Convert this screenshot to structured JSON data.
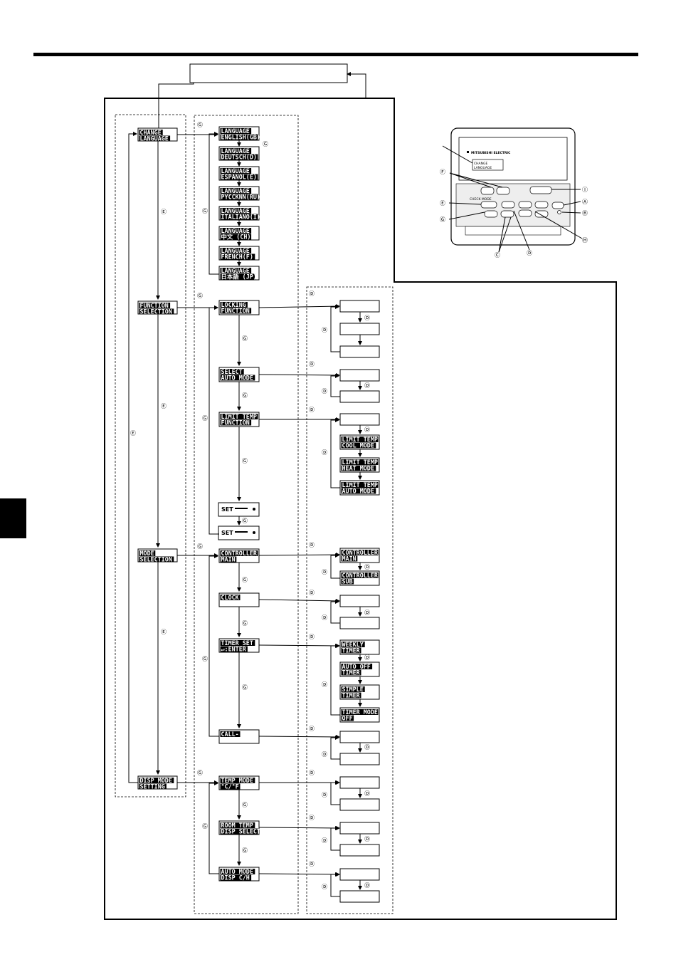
{
  "left_menu": [
    {
      "l1": "CHANGE",
      "l2": "LANGUAGE"
    },
    {
      "l1": "FUNCTION",
      "l2": "SELECTION"
    },
    {
      "l1": "MODE",
      "l2": "SELECTION"
    },
    {
      "l1": "DISP MODE",
      "l2": "SETTING"
    }
  ],
  "language_screens": [
    {
      "l1": "LANGUAGE",
      "l2": "ENGLISH(GB)"
    },
    {
      "l1": "LANGUAGE",
      "l2": "DEUTSCH(D)"
    },
    {
      "l1": "LANGUAGE",
      "l2": "ESPANOL(E)"
    },
    {
      "l1": "LANGUAGE",
      "l2": "PYCCKNN(RU)"
    },
    {
      "l1": "LANGUAGE",
      "l2": "ITALIANO(I)"
    },
    {
      "l1": "LANGUAGE",
      "l2": "中文  (CH)"
    },
    {
      "l1": "LANGUAGE",
      "l2": "FRENCH(F)"
    },
    {
      "l1": "LANGUAGE",
      "l2": "日本語  (JP)"
    }
  ],
  "function_screens": [
    {
      "l1": "LOCKING",
      "l2": "FUNCTION"
    },
    {
      "l1": "SELECT",
      "l2": "AUTO MODE"
    },
    {
      "l1": "LIMIT TEMP",
      "l2": "FUNCTION"
    }
  ],
  "set_screens": [
    "SET",
    "SET"
  ],
  "mode_screens": [
    {
      "l1": "CONTROLLER",
      "l2": "MAIN"
    },
    {
      "l1": "CLOCK",
      "l2": ""
    },
    {
      "l1": "TIMER SET",
      "l2": "↵:ENTER"
    },
    {
      "l1": "CALL-",
      "l2": ""
    }
  ],
  "disp_screens": [
    {
      "l1": "TEMP MODE",
      "l2": "°C/°F"
    },
    {
      "l1": "ROOM TEMP",
      "l2": "DISP SELECT"
    },
    {
      "l1": "AUTO MODE",
      "l2": "DISP C/H"
    }
  ],
  "limit_subs": [
    {
      "l1": "LIMIT TEMP",
      "l2": "COOL MODE"
    },
    {
      "l1": "LIMIT TEMP",
      "l2": "HEAT MODE"
    },
    {
      "l1": "LIMIT TEMP",
      "l2": "AUTO MODE"
    }
  ],
  "controller_subs": [
    {
      "l1": "CONTROLLER",
      "l2": "MAIN"
    },
    {
      "l1": "CONTROLLER",
      "l2": "SUB"
    }
  ],
  "timer_subs": [
    {
      "l1": "WEEKLY",
      "l2": "TIMER"
    },
    {
      "l1": "AUTO OFF",
      "l2": "TIMER"
    },
    {
      "l1": "SIMPLE",
      "l2": "TIMER"
    },
    {
      "l1": "TIMER MODE",
      "l2": "OFF"
    }
  ],
  "marks": {
    "A": "Ⓐ",
    "B": "Ⓑ",
    "C": "Ⓒ",
    "D": "Ⓓ",
    "E": "Ⓔ",
    "F": "Ⓕ",
    "G": "Ⓖ",
    "H": "Ⓗ",
    "I": "Ⓘ"
  },
  "remote": {
    "brand": "MITSUBISHI ELECTRIC",
    "screen_l1": "CHANGE",
    "screen_l2": "LANGUAGE",
    "button_label": "CHECK MODE"
  },
  "colors": {
    "line": "#000000",
    "lcd_bg": "#000000",
    "lcd_text": "#ffffff",
    "panel": "#d4d4d4"
  }
}
